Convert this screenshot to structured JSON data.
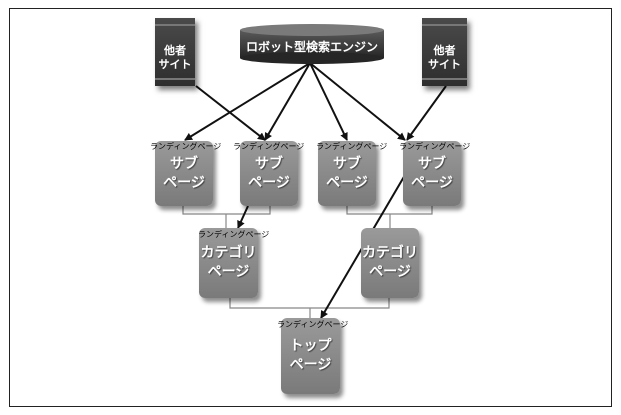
{
  "engine": {
    "label": "ロボット型検索エンジン"
  },
  "other_sites": [
    {
      "label": "他者\nサイト"
    },
    {
      "label": "他者\nサイト"
    }
  ],
  "sub_pages": [
    {
      "tag": "ランディングページ",
      "label": "サブ\nページ"
    },
    {
      "tag": "ランディングページ",
      "label": "サブ\nページ"
    },
    {
      "tag": "ランディングページ",
      "label": "サブ\nページ"
    },
    {
      "tag": "ランディングページ",
      "label": "サブ\nページ"
    }
  ],
  "category_pages": [
    {
      "tag": "ランディングページ",
      "label": "カテゴリ\nページ"
    },
    {
      "label": "カテゴリ\nページ"
    }
  ],
  "top_page": {
    "tag": "ランディングページ",
    "label": "トップ\nページ"
  }
}
